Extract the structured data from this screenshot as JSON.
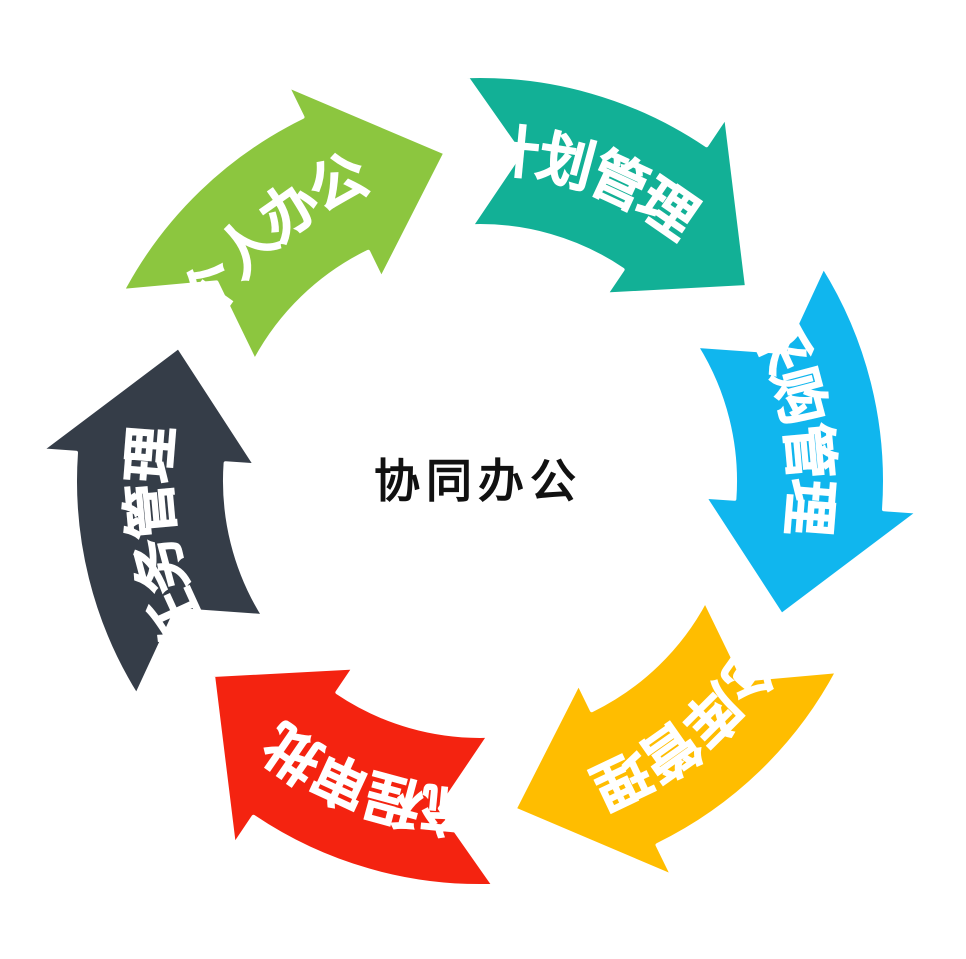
{
  "diagram": {
    "center_label": "协同办公",
    "segments": [
      {
        "label": "个人办公",
        "color": "#8cc63f"
      },
      {
        "label": "计划管理",
        "color": "#12b096"
      },
      {
        "label": "采购管理",
        "color": "#10b6ee"
      },
      {
        "label": "仓库管理",
        "color": "#ffbd00"
      },
      {
        "label": "流程审批",
        "color": "#f42310"
      },
      {
        "label": "任务管理",
        "color": "#353d48"
      }
    ]
  }
}
